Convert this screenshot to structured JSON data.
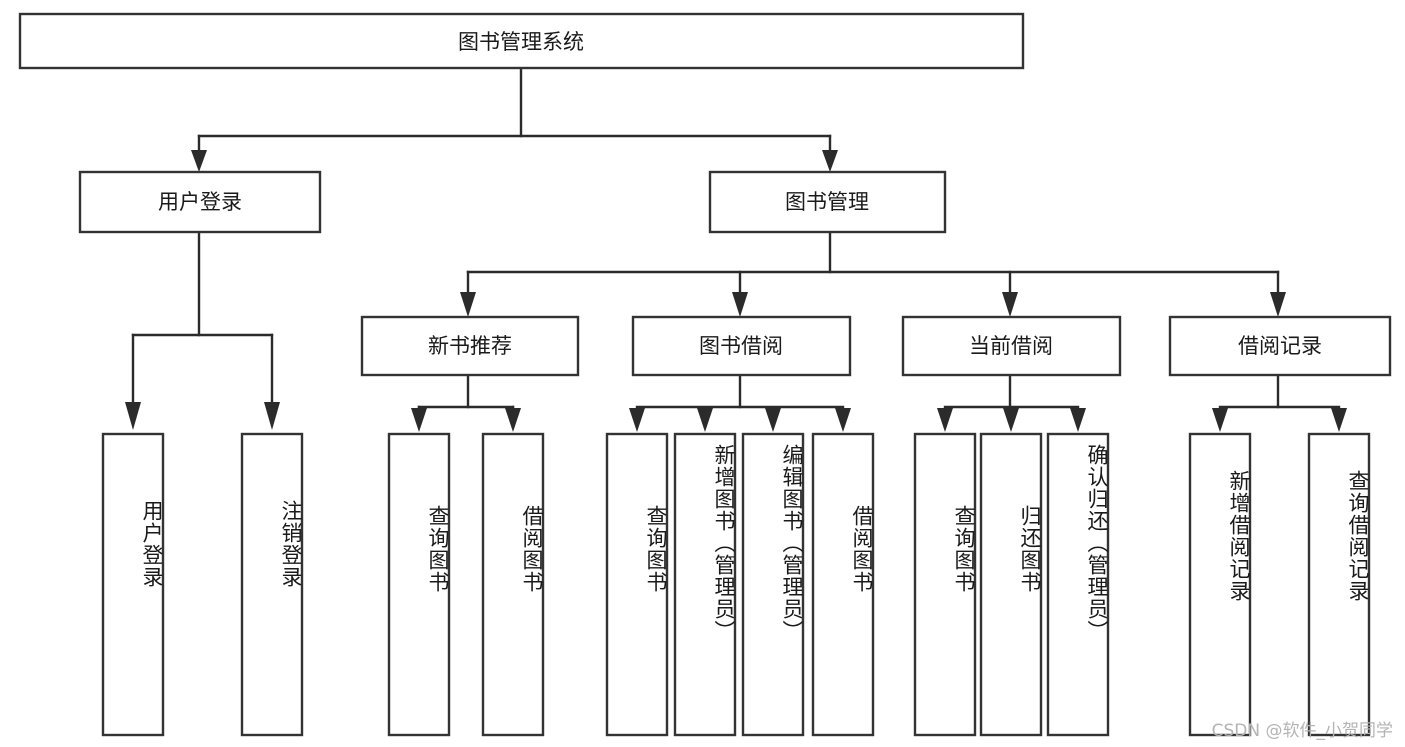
{
  "diagram": {
    "type": "hierarchy-tree",
    "title": "图书管理系统",
    "root": {
      "label": "图书管理系统"
    },
    "level1": [
      {
        "label": "用户登录"
      },
      {
        "label": "图书管理"
      }
    ],
    "level2": [
      {
        "label": "新书推荐"
      },
      {
        "label": "图书借阅"
      },
      {
        "label": "当前借阅"
      },
      {
        "label": "借阅记录"
      }
    ],
    "leaves": {
      "user_login": [
        {
          "label": "用户登录"
        },
        {
          "label": "注销登录"
        }
      ],
      "new_book_recommend": [
        {
          "label": "查询图书"
        },
        {
          "label": "借阅图书"
        }
      ],
      "book_borrow": [
        {
          "label": "查询图书"
        },
        {
          "label": "新增图书（管理员）"
        },
        {
          "label": "编辑图书（管理员）"
        },
        {
          "label": "借阅图书"
        }
      ],
      "current_borrow": [
        {
          "label": "查询图书"
        },
        {
          "label": "归还图书"
        },
        {
          "label": "确认归还（管理员）"
        }
      ],
      "borrow_record": [
        {
          "label": "新增借阅记录"
        },
        {
          "label": "查询借阅记录"
        }
      ]
    }
  },
  "watermark": {
    "text": "CSDN @软件_小贺同学"
  },
  "colors": {
    "box_stroke": "#333333",
    "connector": "#2b2b2b",
    "text": "#1a1a1a",
    "background": "#ffffff",
    "watermark": "#b4b4b4"
  }
}
